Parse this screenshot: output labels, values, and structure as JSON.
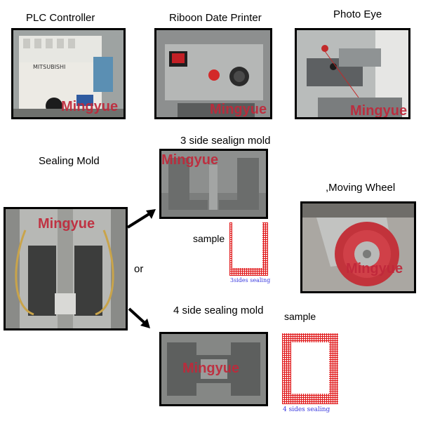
{
  "titles": {
    "plc": "PLC Controller",
    "printer": "Riboon Date Printer",
    "photo_eye": "Photo Eye",
    "sealing_mold": "Sealing Mold",
    "three_side": "3 side sealign mold",
    "moving_wheel": ",Moving Wheel",
    "four_side": "4 side sealing mold",
    "or": "or"
  },
  "samples": {
    "sample_3_label": "sample",
    "sample_3_caption": "3sides sealing",
    "sample_4_label": "sample",
    "sample_4_caption": "4 sides sealing"
  },
  "watermark": "Mingyue",
  "plc_brand": "MITSUBISHI"
}
